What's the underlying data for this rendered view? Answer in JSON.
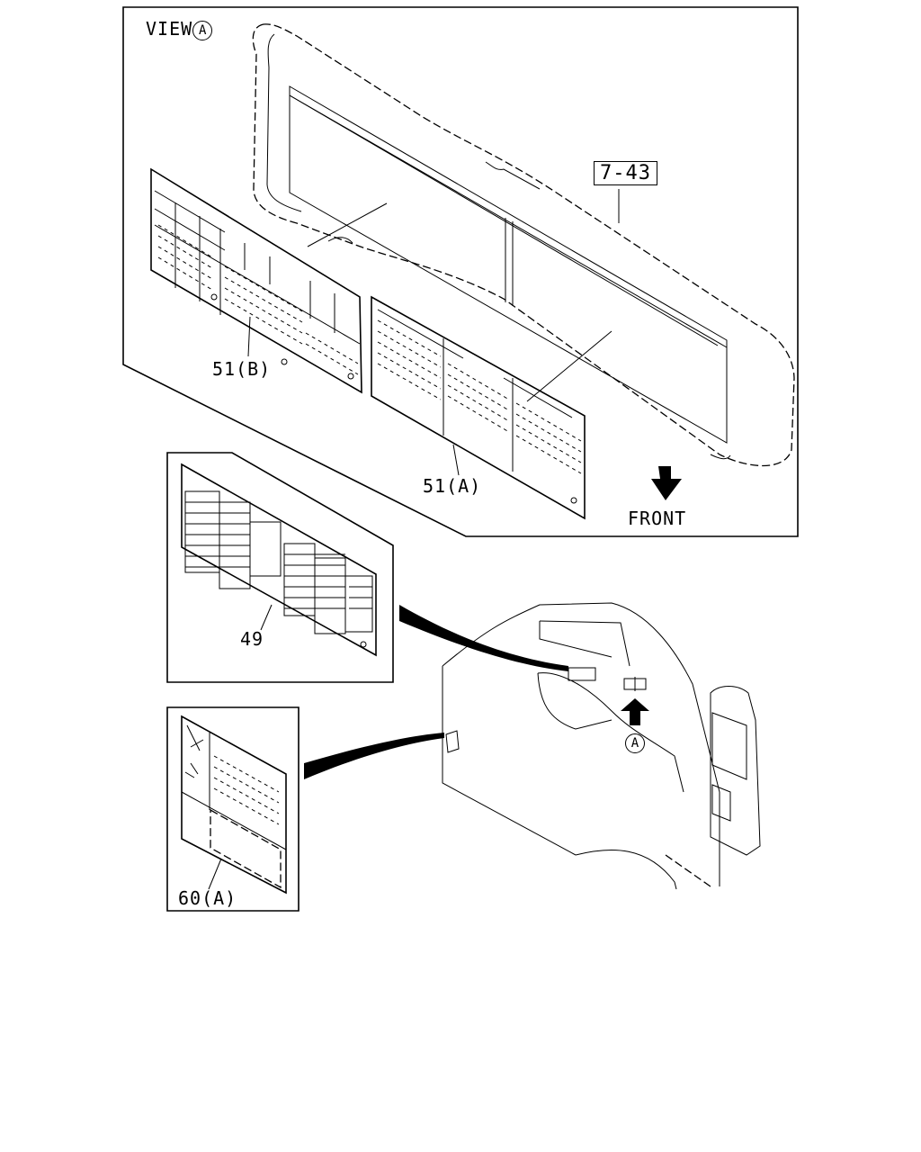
{
  "view_label": {
    "text": "VIEW",
    "marker": "A"
  },
  "part_labels": {
    "p7_43": "7-43",
    "p51b": "51(B)",
    "p51a": "51(A)",
    "p49": "49",
    "p60a": "60(A)"
  },
  "front_label": "FRONT",
  "view_marker": "A",
  "icons": {
    "front_arrow": "arrow-down-icon",
    "view_arrow": "arrow-up-icon"
  },
  "colors": {
    "line": "#000000",
    "background": "#ffffff"
  }
}
